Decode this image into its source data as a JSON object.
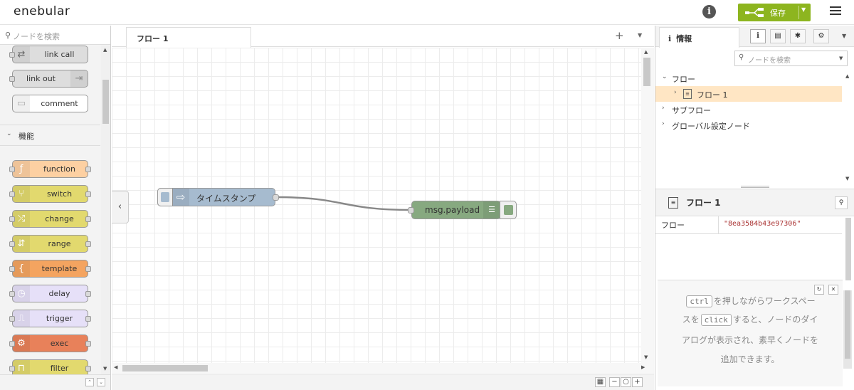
{
  "app": {
    "logo": "enebular"
  },
  "header": {
    "save_label": "保存",
    "info_icon": "info-icon",
    "menu_icon": "hamburger-icon"
  },
  "palette": {
    "search_placeholder": "ノードを検索",
    "category": "機能",
    "top_nodes": [
      {
        "label": "link call",
        "color": "#dddddd",
        "icon": "link-call-icon"
      },
      {
        "label": "link out",
        "color": "#dddddd",
        "icon": "link-out-icon"
      },
      {
        "label": "comment",
        "color": "#ffffff",
        "icon": "comment-icon"
      }
    ],
    "nodes": [
      {
        "label": "function",
        "color": "#fdd0a2",
        "icon": "function-icon"
      },
      {
        "label": "switch",
        "color": "#e2d96e",
        "icon": "switch-icon"
      },
      {
        "label": "change",
        "color": "#e2d96e",
        "icon": "change-icon"
      },
      {
        "label": "range",
        "color": "#e2d96e",
        "icon": "range-icon"
      },
      {
        "label": "template",
        "color": "#f4a460",
        "icon": "template-icon"
      },
      {
        "label": "delay",
        "color": "#e6e0f8",
        "icon": "delay-icon"
      },
      {
        "label": "trigger",
        "color": "#e6e0f8",
        "icon": "trigger-icon"
      },
      {
        "label": "exec",
        "color": "#e8815a",
        "icon": "exec-icon"
      },
      {
        "label": "filter",
        "color": "#e2d96e",
        "icon": "filter-icon"
      }
    ]
  },
  "workspace": {
    "tab_label": "フロー 1",
    "flow_nodes": [
      {
        "label": "タイムスタンプ",
        "color": "#a6bbcf",
        "icon": "inject-icon"
      },
      {
        "label": "msg.payload",
        "color": "#87a980",
        "icon": "debug-icon"
      }
    ]
  },
  "sidebar": {
    "tab_label": "情報",
    "search_placeholder": "ノードを検索",
    "tree": [
      {
        "label": "フロー",
        "level": 0
      },
      {
        "label": "フロー 1",
        "level": 1,
        "selected": true
      },
      {
        "label": "サブフロー",
        "level": 0
      },
      {
        "label": "グローバル設定ノード",
        "level": 0
      }
    ],
    "props_title": "フロー 1",
    "props": [
      {
        "key": "フロー",
        "value": "\"8ea3584b43e97306\""
      }
    ],
    "help": {
      "kbd1": "ctrl",
      "line1_text": "を押しながらワークスペー",
      "line2_pre": "スを",
      "kbd2": "click",
      "line2_text": "すると、ノードのダイ",
      "line3": "アログが表示され、素早くノードを",
      "line4": "追加できます。"
    }
  },
  "colors": {
    "accent": "#8db51f",
    "selected_row": "#ffe6c4"
  }
}
